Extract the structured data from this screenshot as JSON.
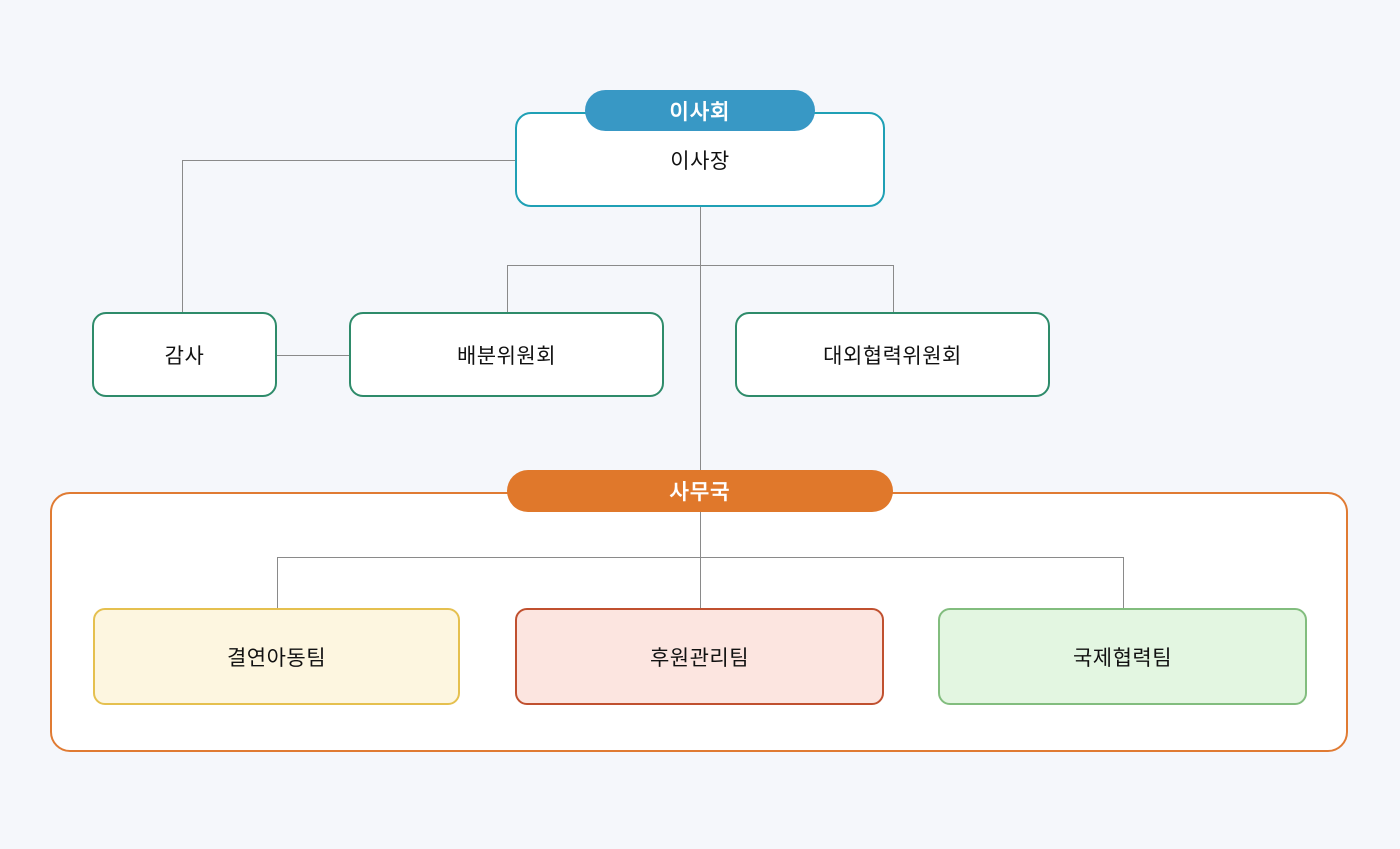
{
  "org": {
    "board": {
      "badge": "이사회",
      "chairman": "이사장"
    },
    "auditor": "감사",
    "committees": [
      {
        "label": "배분위원회"
      },
      {
        "label": "대외협력위원회"
      }
    ],
    "secretariat": {
      "badge": "사무국",
      "teams": [
        {
          "label": "결연아동팀",
          "fill": "#fdf6e0",
          "border": "#e5c04f"
        },
        {
          "label": "후원관리팀",
          "fill": "#fce5e0",
          "border": "#c0502f"
        },
        {
          "label": "국제협력팀",
          "fill": "#e3f6e1",
          "border": "#82bd7e"
        }
      ]
    }
  },
  "colors": {
    "background": "#f5f7fb",
    "board_badge": "#3898c5",
    "chairman_border": "#1fa0b5",
    "committee_border": "#2e8b6a",
    "secretariat_badge": "#e0782b",
    "secretariat_border": "#e07b33",
    "connector": "#8a8a8a"
  }
}
